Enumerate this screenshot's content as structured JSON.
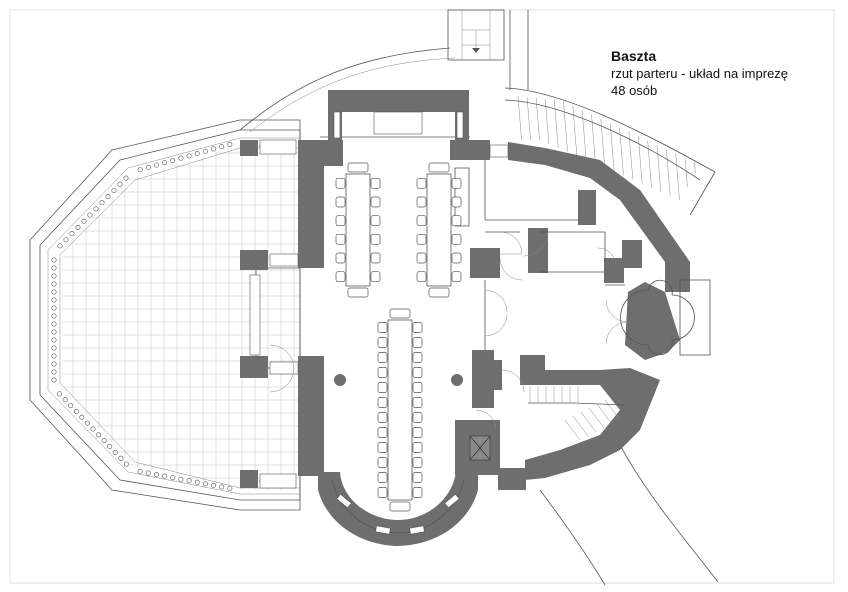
{
  "legend": {
    "title": "Baszta",
    "subtitle": "rzut parteru - układ na imprezę",
    "capacity": "48 osób"
  },
  "seating": {
    "tables": [
      {
        "id": "left-long-table",
        "chairs_per_side": 6
      },
      {
        "id": "right-long-table",
        "chairs_per_side": 6
      },
      {
        "id": "central-long-table",
        "chairs_per_side": 12
      }
    ]
  }
}
